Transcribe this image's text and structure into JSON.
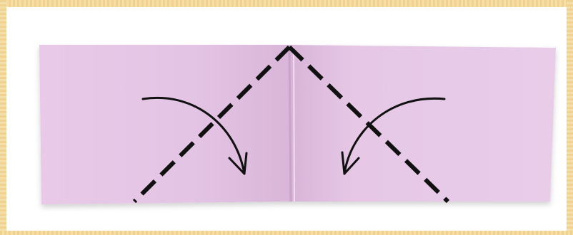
{
  "diagram": {
    "paper_color": "#e2c2e2",
    "paper_shadow_color": "#c9a8c9",
    "line_color": "#111111",
    "border_color": "#efd28f",
    "fold_lines": [
      {
        "name": "left-diagonal-valley-fold",
        "style": "dashed"
      },
      {
        "name": "right-diagonal-valley-fold",
        "style": "dashed"
      }
    ],
    "arrows": [
      {
        "name": "left-fold-arrow",
        "direction": "down-right"
      },
      {
        "name": "right-fold-arrow",
        "direction": "down-left"
      }
    ]
  }
}
